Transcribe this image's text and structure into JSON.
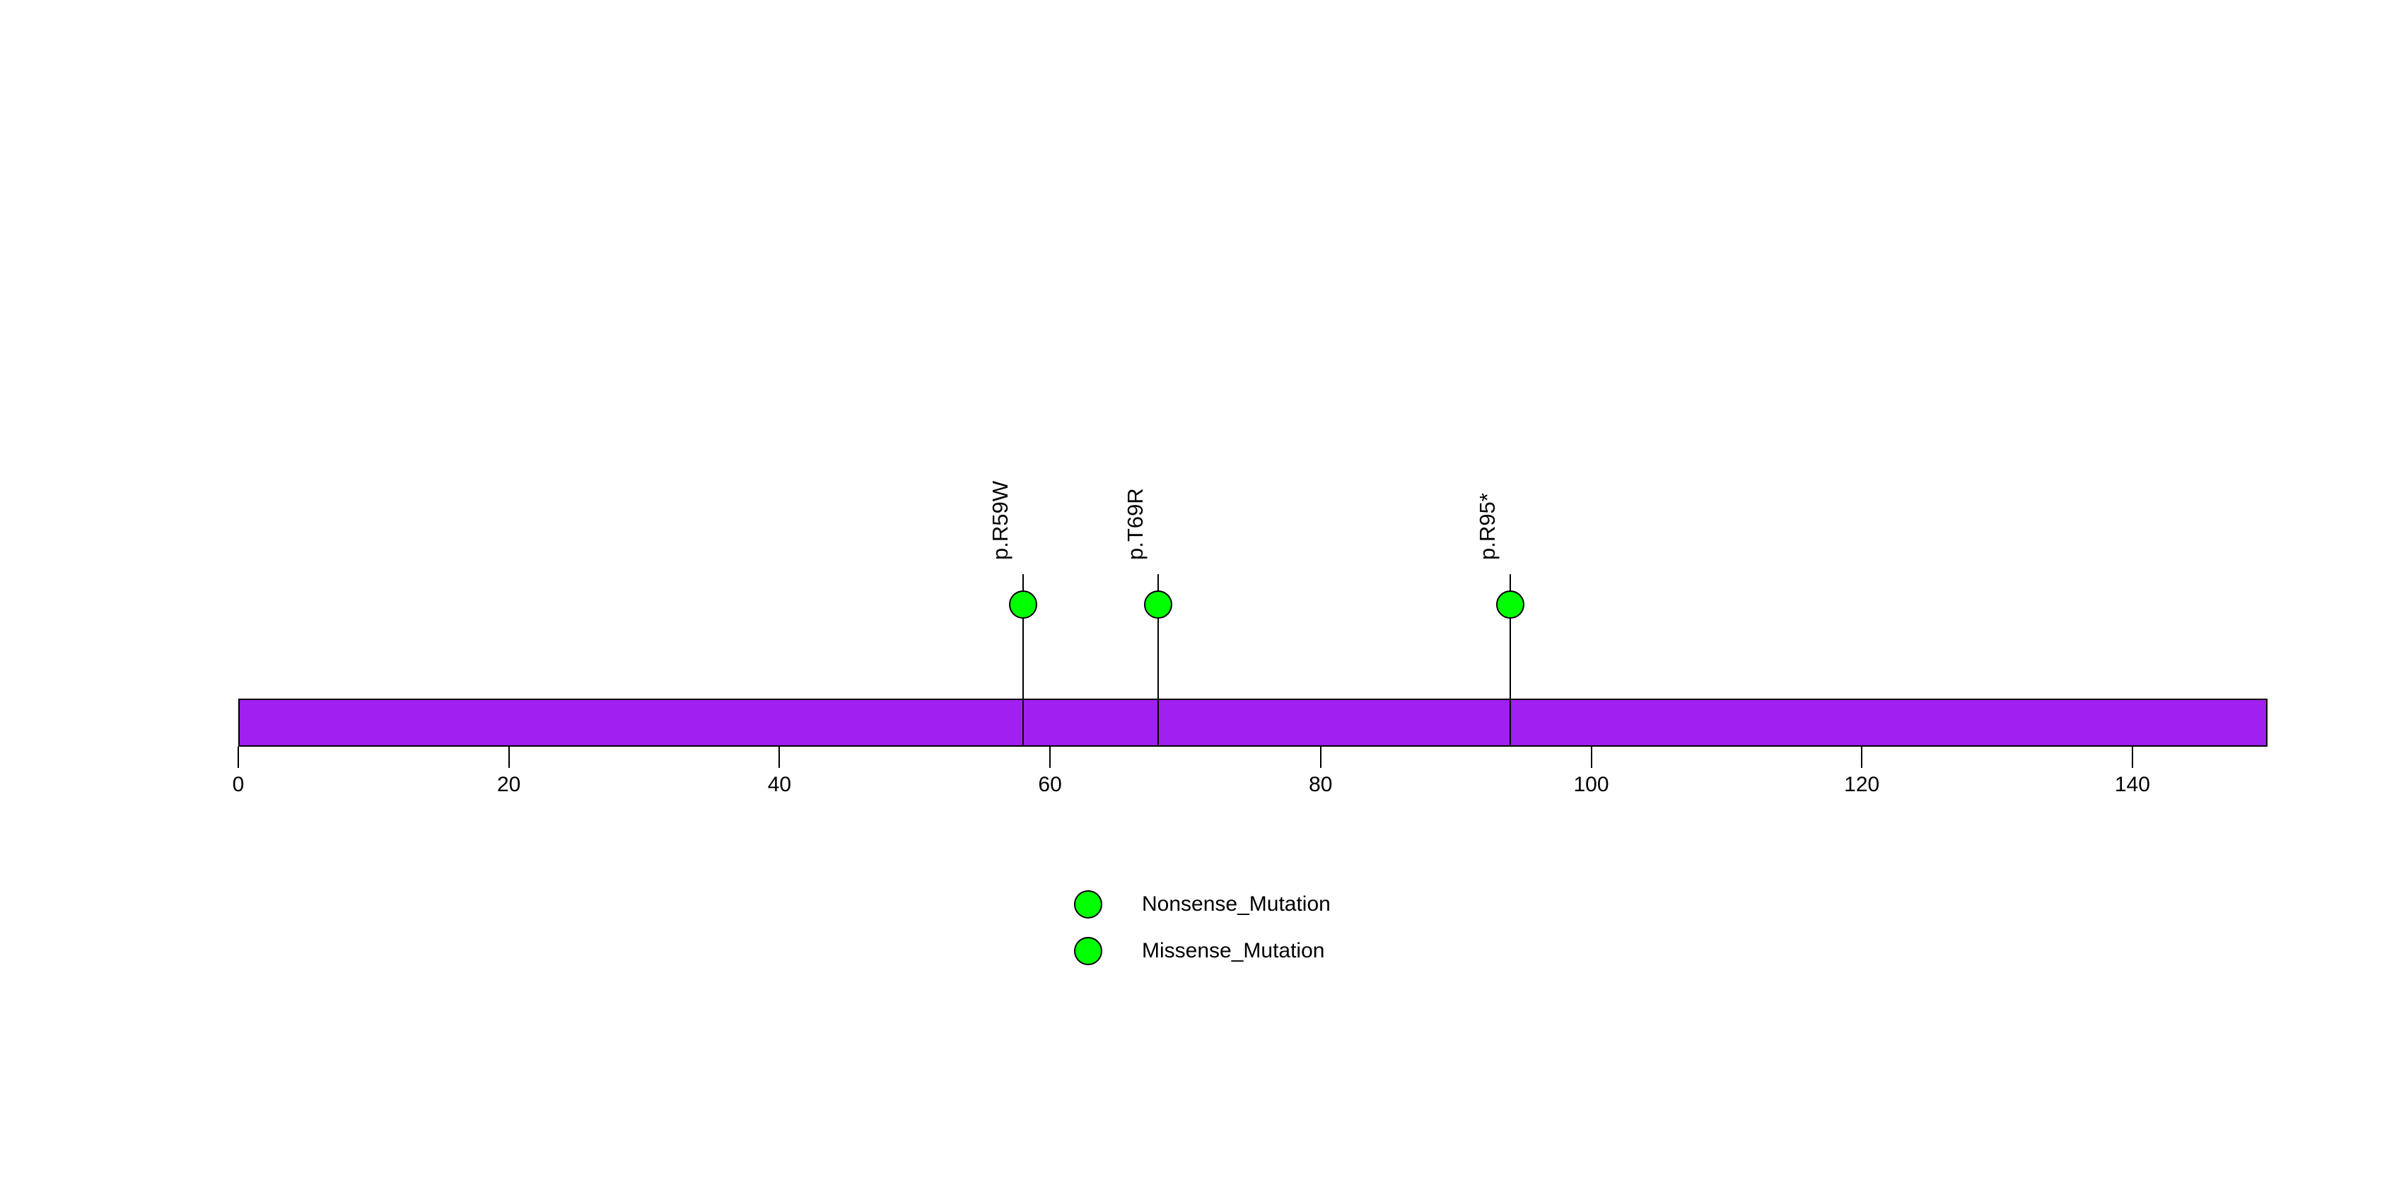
{
  "chart_data": {
    "type": "lollipop",
    "title": "",
    "xlabel": "",
    "ylabel": "",
    "grid": false,
    "x_axis": {
      "range": [
        0,
        150
      ],
      "ticks": [
        0,
        20,
        40,
        60,
        80,
        100,
        120,
        140
      ]
    },
    "protein_bar": {
      "start": 0,
      "end": 150,
      "fill_color": "#A020F0",
      "border_color": "#000000"
    },
    "mutations": [
      {
        "label": "p.R59W",
        "x": 58,
        "mutation_type": "Missense_Mutation",
        "color": "#00FF00"
      },
      {
        "label": "p.T69R",
        "x": 68,
        "mutation_type": "Missense_Mutation",
        "color": "#00FF00"
      },
      {
        "label": "p.R95*",
        "x": 94,
        "mutation_type": "Nonsense_Mutation",
        "color": "#00FF00"
      }
    ],
    "legend": [
      {
        "label": "Nonsense_Mutation",
        "color": "#00FF00"
      },
      {
        "label": "Missense_Mutation",
        "color": "#00FF00"
      }
    ],
    "legend_position": "bottom-center"
  },
  "colors": {
    "background": "#ffffff",
    "axis": "#000000",
    "text": "#000000",
    "lollipop_fill": "#00FF00",
    "bar_fill": "#A020F0"
  }
}
